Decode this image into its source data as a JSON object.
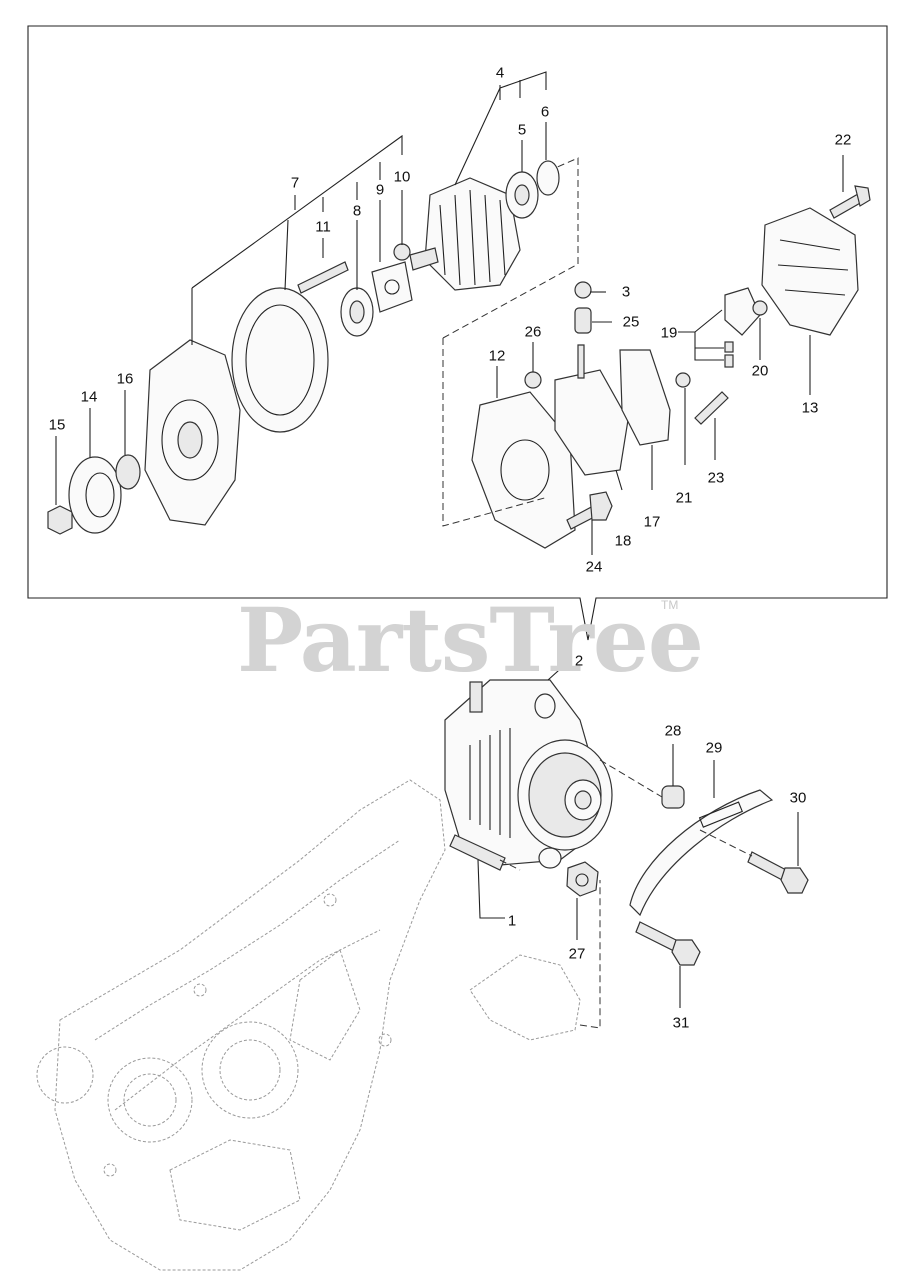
{
  "watermark": {
    "brand": "PartsTree",
    "trademark": "TM"
  },
  "part_labels": [
    "1",
    "2",
    "3",
    "4",
    "5",
    "6",
    "7",
    "8",
    "9",
    "10",
    "11",
    "12",
    "13",
    "14",
    "15",
    "16",
    "17",
    "18",
    "19",
    "20",
    "21",
    "22",
    "23",
    "24",
    "25",
    "26",
    "27",
    "28",
    "29",
    "30",
    "31"
  ]
}
